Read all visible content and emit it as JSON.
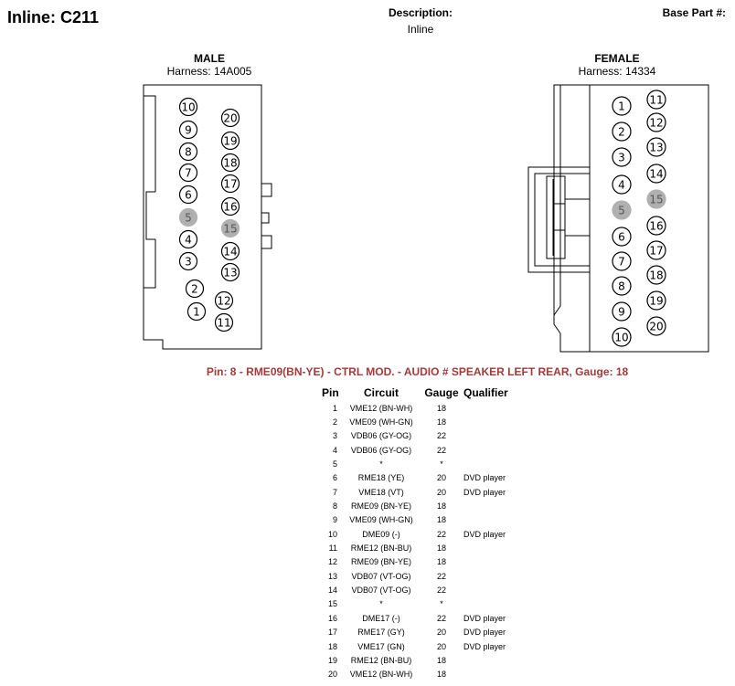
{
  "header": {
    "title": "Inline: C211",
    "description_label": "Description:",
    "description_value": "Inline",
    "base_part_label": "Base Part #:"
  },
  "male": {
    "title": "MALE",
    "harness": "Harness: 14A005",
    "pins_col1": [
      "10",
      "9",
      "8",
      "7",
      "6",
      "5",
      "4",
      "3",
      "2",
      "1"
    ],
    "pins_col2": [
      "20",
      "19",
      "18",
      "17",
      "16",
      "15",
      "14",
      "13",
      "12",
      "11"
    ]
  },
  "female": {
    "title": "FEMALE",
    "harness": "Harness: 14334",
    "pins_col1": [
      "1",
      "2",
      "3",
      "4",
      "5",
      "6",
      "7",
      "8",
      "9",
      "10"
    ],
    "pins_col2": [
      "11",
      "12",
      "13",
      "14",
      "15",
      "16",
      "17",
      "18",
      "19",
      "20"
    ]
  },
  "unused_pins": [
    "5",
    "15"
  ],
  "colors": {
    "unused_pin_fill": "#b0b0b0",
    "highlight_text": "#a33a3a"
  },
  "selected_pin_info": "Pin: 8 - RME09(BN-YE) - CTRL MOD. - AUDIO # SPEAKER LEFT REAR, Gauge: 18",
  "table": {
    "headers": {
      "pin": "Pin",
      "circuit": "Circuit",
      "gauge": "Gauge",
      "qualifier": "Qualifier"
    },
    "rows": [
      {
        "pin": "1",
        "circuit": "VME12 (BN-WH)",
        "gauge": "18",
        "qualifier": ""
      },
      {
        "pin": "2",
        "circuit": "VME09 (WH-GN)",
        "gauge": "18",
        "qualifier": ""
      },
      {
        "pin": "3",
        "circuit": "VDB06 (GY-OG)",
        "gauge": "22",
        "qualifier": ""
      },
      {
        "pin": "4",
        "circuit": "VDB06 (GY-OG)",
        "gauge": "22",
        "qualifier": ""
      },
      {
        "pin": "5",
        "circuit": "*",
        "gauge": "*",
        "qualifier": ""
      },
      {
        "pin": "6",
        "circuit": "RME18 (YE)",
        "gauge": "20",
        "qualifier": "DVD player"
      },
      {
        "pin": "7",
        "circuit": "VME18 (VT)",
        "gauge": "20",
        "qualifier": "DVD player"
      },
      {
        "pin": "8",
        "circuit": "RME09 (BN-YE)",
        "gauge": "18",
        "qualifier": ""
      },
      {
        "pin": "9",
        "circuit": "VME09 (WH-GN)",
        "gauge": "18",
        "qualifier": ""
      },
      {
        "pin": "10",
        "circuit": "DME09 (-)",
        "gauge": "22",
        "qualifier": "DVD player"
      },
      {
        "pin": "11",
        "circuit": "RME12 (BN-BU)",
        "gauge": "18",
        "qualifier": ""
      },
      {
        "pin": "12",
        "circuit": "RME09 (BN-YE)",
        "gauge": "18",
        "qualifier": ""
      },
      {
        "pin": "13",
        "circuit": "VDB07 (VT-OG)",
        "gauge": "22",
        "qualifier": ""
      },
      {
        "pin": "14",
        "circuit": "VDB07 (VT-OG)",
        "gauge": "22",
        "qualifier": ""
      },
      {
        "pin": "15",
        "circuit": "*",
        "gauge": "*",
        "qualifier": ""
      },
      {
        "pin": "16",
        "circuit": "DME17 (-)",
        "gauge": "22",
        "qualifier": "DVD player"
      },
      {
        "pin": "17",
        "circuit": "RME17 (GY)",
        "gauge": "20",
        "qualifier": "DVD player"
      },
      {
        "pin": "18",
        "circuit": "VME17 (GN)",
        "gauge": "20",
        "qualifier": "DVD player"
      },
      {
        "pin": "19",
        "circuit": "RME12 (BN-BU)",
        "gauge": "18",
        "qualifier": ""
      },
      {
        "pin": "20",
        "circuit": "VME12 (BN-WH)",
        "gauge": "18",
        "qualifier": ""
      }
    ]
  }
}
